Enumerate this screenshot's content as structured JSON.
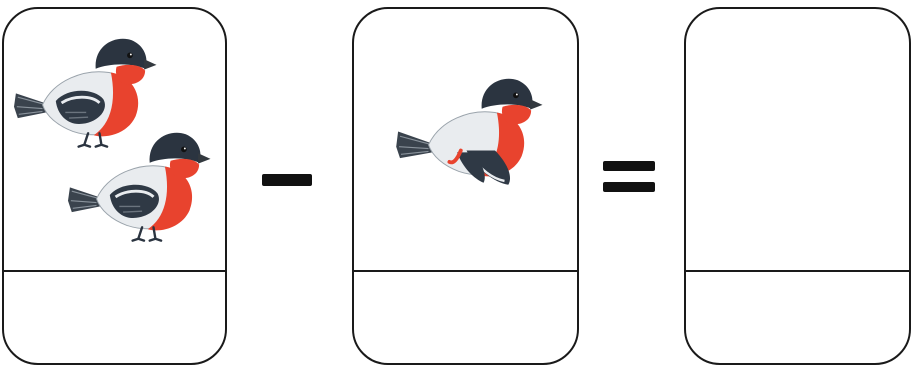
{
  "worksheet": {
    "cards": [
      {
        "bird_count": 2,
        "answer": ""
      },
      {
        "bird_count": 1,
        "answer": ""
      },
      {
        "bird_count": 0,
        "answer": ""
      }
    ],
    "operators": [
      "minus",
      "equals"
    ]
  },
  "colors": {
    "outline": "#1a1a1a",
    "bird_breast": "#e8432e",
    "bird_cap": "#2b3440",
    "bird_back": "#e9ecef",
    "bird_wing": "#2f3945",
    "bird_beak": "#33393f"
  },
  "icons": [
    "bullfinch-bird-icon",
    "minus-sign-icon",
    "equals-sign-icon"
  ]
}
